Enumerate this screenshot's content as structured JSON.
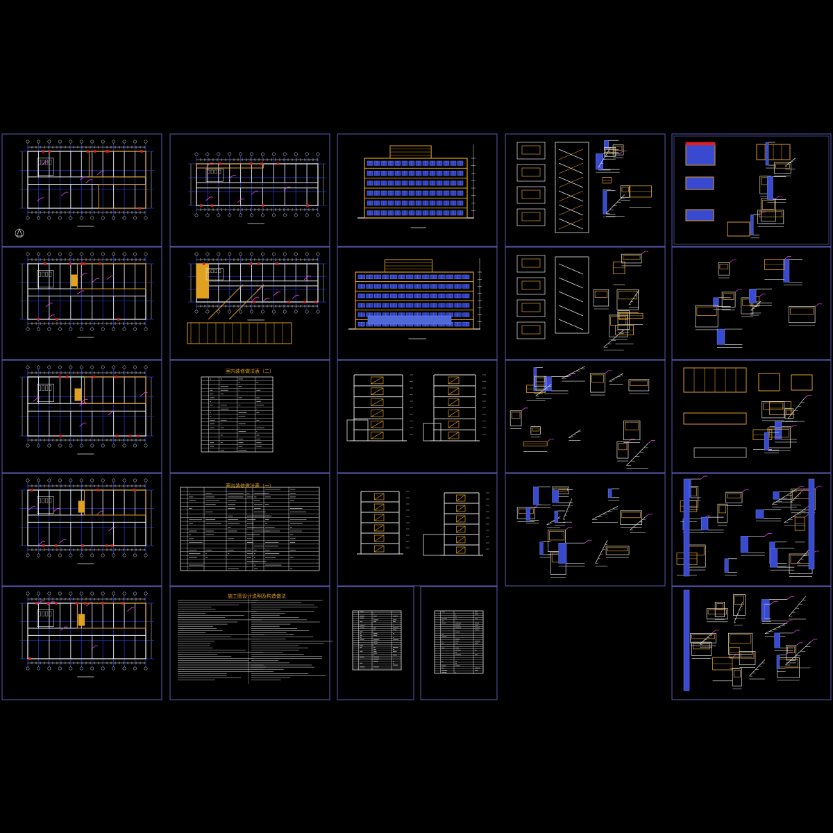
{
  "colors": {
    "background": "#000000",
    "frame": "#5a5ab4",
    "wall": "#e0a020",
    "grid": "#2a3ad8",
    "accent": "#e040e0",
    "line": "#e8e8e8",
    "glass": "#6a8ae0",
    "cyan": "#40c0d8"
  },
  "sheets": {
    "table_two_title": "室内装修做法表（二）",
    "table_one_title": "室内装修做法表（一）",
    "notes_title": "施工图设计说明及构造做法"
  }
}
